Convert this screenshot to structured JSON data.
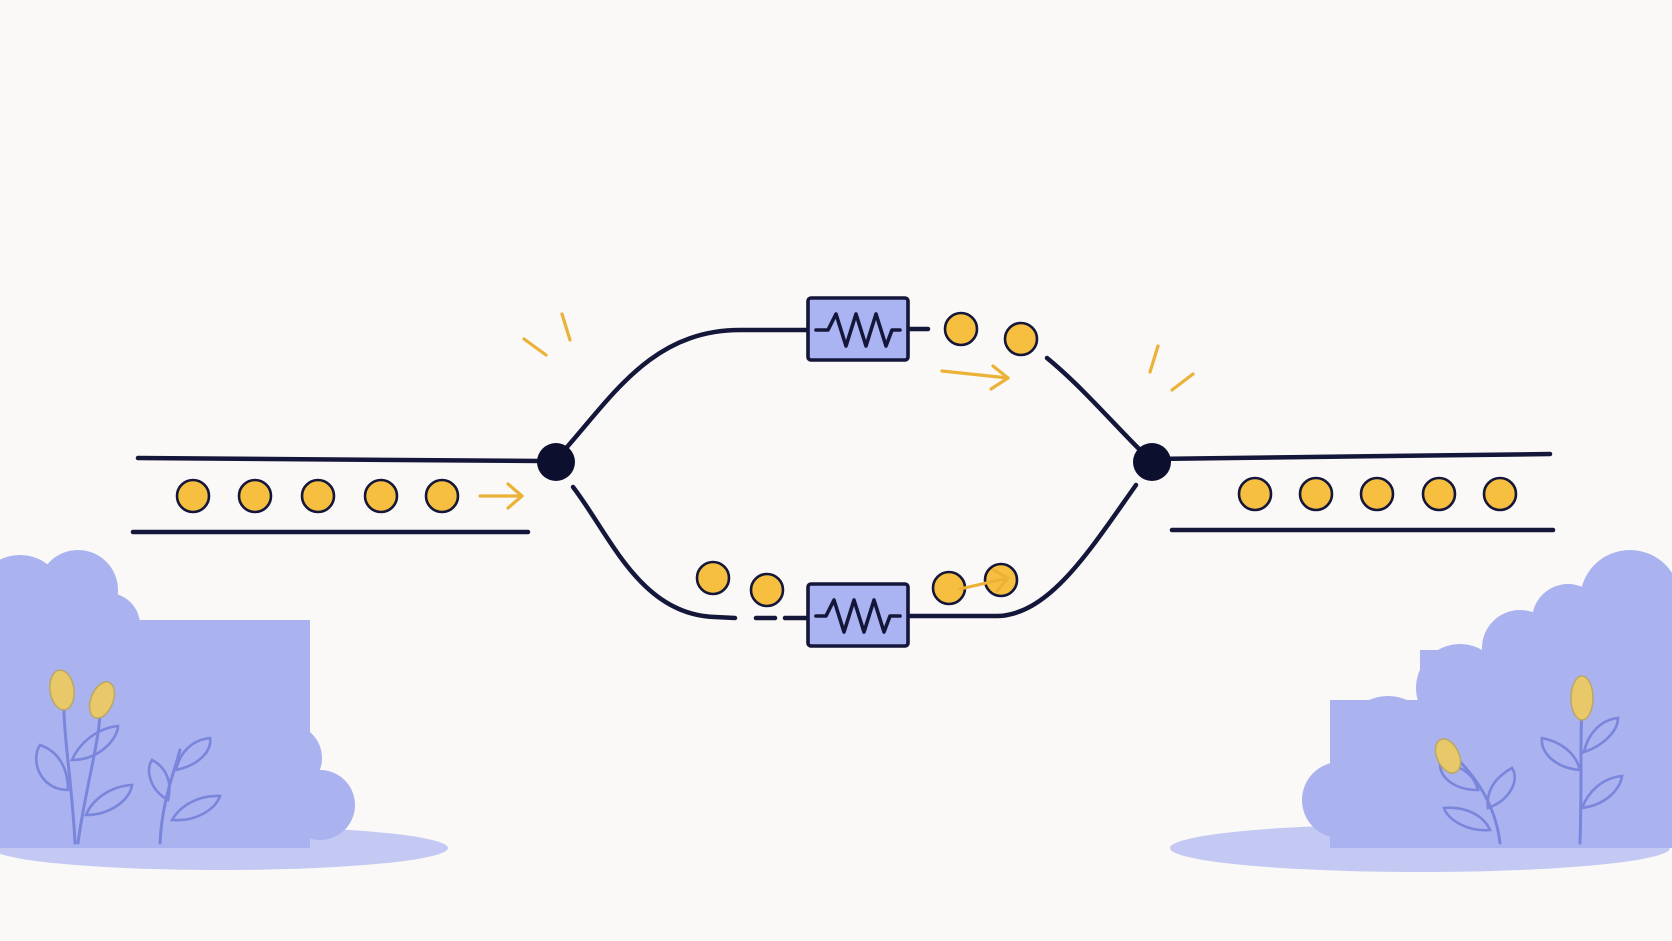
{
  "diagram": {
    "type": "parallel-circuit-illustration",
    "colors": {
      "background": "#faf9f7",
      "wire": "#14163a",
      "particle": "#f6bf3f",
      "arrow": "#ecb238",
      "resistor_fill": "#aab4f2",
      "foliage": "#aab2ef"
    },
    "components": {
      "junctions": [
        "junction-left",
        "junction-right"
      ],
      "resistors": [
        "resistor-top",
        "resistor-bottom"
      ],
      "icons": [
        "resistor-icon",
        "arrow-right-icon",
        "spark-icon",
        "bush-icon",
        "flower-icon"
      ]
    },
    "particles": {
      "input_wire": 5,
      "top_branch": 2,
      "bottom_branch_before_resistor": 2,
      "bottom_branch_after_resistor": 2,
      "output_wire": 5
    }
  }
}
